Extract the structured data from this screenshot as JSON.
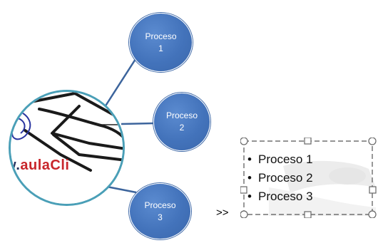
{
  "diagram": {
    "nodes": [
      {
        "label": "Proceso\n1"
      },
      {
        "label": "Proceso\n2"
      },
      {
        "label": "Proceso\n3"
      }
    ],
    "hub": {
      "logo_text_dark": "w.",
      "logo_text_red": "aulaCli"
    }
  },
  "textbox": {
    "items": [
      "Proceso 1",
      "Proceso 2",
      "Proceso 3"
    ],
    "bullet": "•"
  },
  "prompt": ">>",
  "colors": {
    "node_fill": "#4373bb",
    "hub_border": "#4a9fb7",
    "selection_dash": "#555555"
  }
}
